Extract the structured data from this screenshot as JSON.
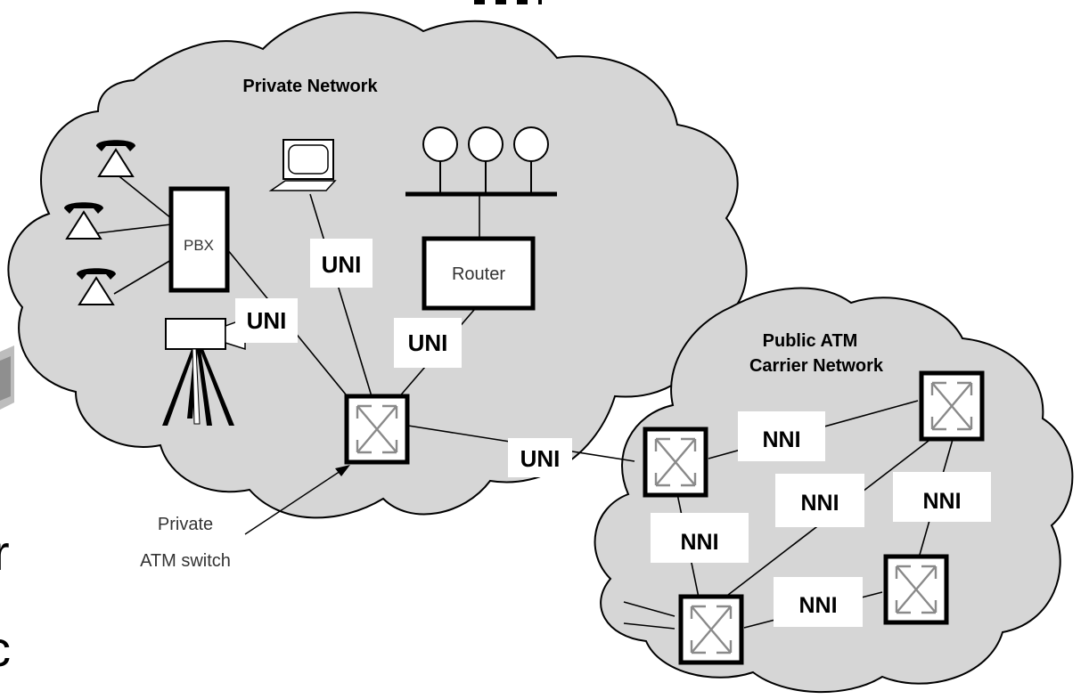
{
  "private_network": {
    "title": "Private Network",
    "pbx_label": "PBX",
    "router_label": "Router",
    "switch_caption_line1": "Private",
    "switch_caption_line2": "ATM switch"
  },
  "public_network": {
    "title_line1": "Public ATM",
    "title_line2": "Carrier Network"
  },
  "interface_labels": {
    "uni_terminal": "UNI",
    "uni_pbx": "UNI",
    "uni_router": "UNI",
    "uni_link": "UNI",
    "nni_top": "NNI",
    "nni_center": "NNI",
    "nni_right": "NNI",
    "nni_left": "NNI",
    "nni_bottom": "NNI"
  },
  "slide_fragments": {
    "letter_1": "r",
    "letter_2": "c"
  }
}
